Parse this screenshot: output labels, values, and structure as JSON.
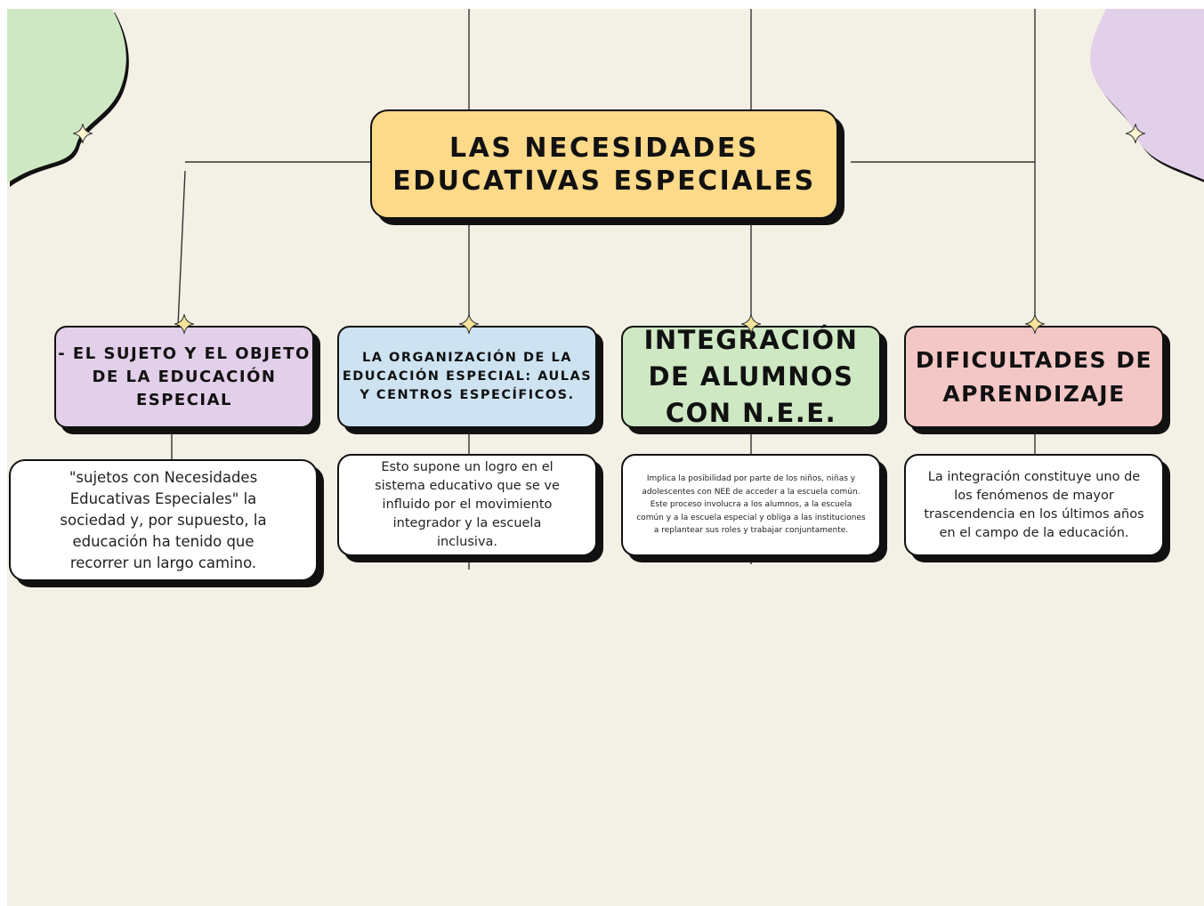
{
  "title": "LAS NECESIDADES EDUCATIVAS ESPECIALES",
  "colors": {
    "background": "#f3f0e5",
    "title_box": "#fdd98a",
    "purple": "#e2cfe9",
    "blue": "#cde3f2",
    "green": "#cfe8c4",
    "pink": "#f3c7c6",
    "star": "#f7e39a"
  },
  "decorations": {
    "left_blob": "green-wave-blob",
    "right_blob": "purple-wave-blob",
    "star_icon": "sparkle-star"
  },
  "nodes": [
    {
      "heading": "- EL SUJETO Y EL OBJETO DE LA EDUCACIÓN ESPECIAL",
      "text": "\"sujetos con Necesidades Educativas Especiales\" la sociedad y, por supuesto, la educación ha tenido que recorrer un largo camino."
    },
    {
      "heading": "LA ORGANIZACIÓN DE LA EDUCACIÓN ESPECIAL: AULAS Y CENTROS ESPECÍFICOS.",
      "text": "Esto supone un logro en el sistema educativo que se ve influido por el movimiento integrador y la escuela inclusiva."
    },
    {
      "heading": "INTEGRACIÓN DE ALUMNOS CON N.E.E.",
      "text": "Implica la posibilidad por parte de los niños, niñas y adolescentes con NEE de acceder a la escuela común. Este proceso involucra a los alumnos, a la escuela común y a la escuela especial y obliga a las instituciones a replantear sus roles y trabajar conjuntamente."
    },
    {
      "heading": "DIFICULTADES DE APRENDIZAJE",
      "text": "La integración constituye uno de los fenómenos de mayor trascendencia en los últimos años en el campo de la educación."
    }
  ]
}
